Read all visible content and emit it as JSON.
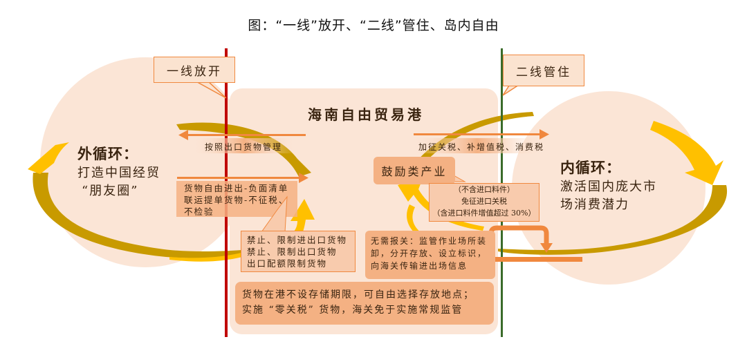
{
  "title": "图：“一线”放开、“二线”管住、岛内自由",
  "colors": {
    "first_line": "#c00000",
    "second_line": "#3a6b2a",
    "arrow_orange": "#f0883e",
    "circle_fill": "#fbe5d6",
    "box_fill": "#f4b183",
    "gold_dark": "#c89a00",
    "gold_light": "#ffc000"
  },
  "first_line": {
    "label": "一线放开"
  },
  "second_line": {
    "label": "二线管住"
  },
  "port": {
    "title": "海南自由贸易港"
  },
  "outer_loop": {
    "heading": "外循环：",
    "line1": "打造中国经贸",
    "line2": "“朋友圈”"
  },
  "inner_loop": {
    "heading": "内循环：",
    "line1": "激活国内庞大市",
    "line2": "场消费潜力"
  },
  "arrows": {
    "export_mgmt": "按照出口货物管理",
    "free_in_out": [
      "货物自由进出-负面清单",
      "联运提单货物-不征税、",
      "不检验"
    ],
    "levy_tax": "加征关税、补增值税、消费税"
  },
  "boxes": {
    "prohibited": [
      "禁止、限制进出口货物",
      "禁止、限制出口货物",
      "出口配额限制货物"
    ],
    "encouraged": "鼓励类产业",
    "duty_free": [
      "（不含进口料件）",
      "免征进口关税",
      "（含进口料件增值超过 30%）"
    ],
    "no_declaration": [
      "无需报关：监管作业场所装",
      "卸，分开存放、设立标识，",
      "向海关传输进出场信息"
    ],
    "storage": [
      "货物在港不设存储期限，可自由选择存放地点；",
      "实施 “零关税” 货物，海关免于实施常规监管"
    ]
  }
}
